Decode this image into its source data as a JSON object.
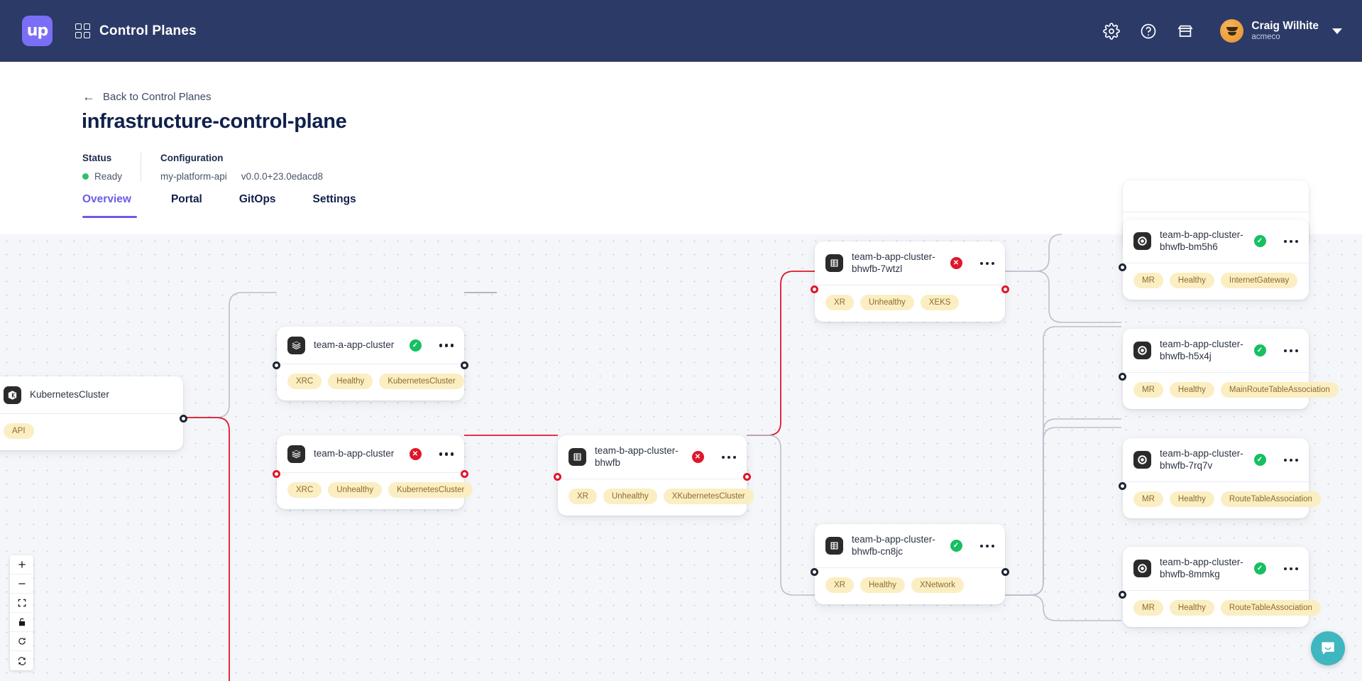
{
  "topnav": {
    "logo_text": "up",
    "app_title": "Control Planes",
    "icons": [
      "gear-icon",
      "help-icon",
      "marketplace-icon"
    ],
    "user": {
      "name": "Craig Wilhite",
      "org": "acmeco"
    }
  },
  "header": {
    "back_label": "Back to Control Planes",
    "title": "infrastructure-control-plane",
    "status_label": "Status",
    "status_value": "Ready",
    "config_label": "Configuration",
    "config_name": "my-platform-api",
    "config_version": "v0.0.0+23.0edacd8",
    "tabs": [
      {
        "label": "Overview",
        "active": true
      },
      {
        "label": "Portal",
        "active": false
      },
      {
        "label": "GitOps",
        "active": false
      },
      {
        "label": "Settings",
        "active": false
      }
    ]
  },
  "graph": {
    "nodes": [
      {
        "name": "KubernetesCluster",
        "icon": "kubernetes-icon",
        "status": "none",
        "tags": [
          "API"
        ]
      },
      {
        "name": "team-a-app-cluster",
        "icon": "layers-icon",
        "status": "ok",
        "tags": [
          "XRC",
          "Healthy",
          "KubernetesCluster"
        ]
      },
      {
        "name": "team-b-app-cluster",
        "icon": "layers-icon",
        "status": "err",
        "tags": [
          "XRC",
          "Unhealthy",
          "KubernetesCluster"
        ]
      },
      {
        "name": "team-b-app-cluster-bhwfb",
        "icon": "composite-icon",
        "status": "err",
        "tags": [
          "XR",
          "Unhealthy",
          "XKubernetesCluster"
        ]
      },
      {
        "name": "team-b-app-cluster-bhwfb-7wtzl",
        "icon": "composite-icon",
        "status": "err",
        "tags": [
          "XR",
          "Unhealthy",
          "XEKS"
        ]
      },
      {
        "name": "team-b-app-cluster-bhwfb-cn8jc",
        "icon": "composite-icon",
        "status": "ok",
        "tags": [
          "XR",
          "Healthy",
          "XNetwork"
        ]
      },
      {
        "name": "team-b-app-cluster-bhwfb-bm5h6",
        "icon": "managed-resource-icon",
        "status": "ok",
        "tags": [
          "MR",
          "Healthy",
          "InternetGateway"
        ]
      },
      {
        "name": "team-b-app-cluster-bhwfb-h5x4j",
        "icon": "managed-resource-icon",
        "status": "ok",
        "tags": [
          "MR",
          "Healthy",
          "MainRouteTableAssociation"
        ]
      },
      {
        "name": "team-b-app-cluster-bhwfb-7rq7v",
        "icon": "managed-resource-icon",
        "status": "ok",
        "tags": [
          "MR",
          "Healthy",
          "RouteTableAssociation"
        ]
      },
      {
        "name": "team-b-app-cluster-bhwfb-8mmkg",
        "icon": "managed-resource-icon",
        "status": "ok",
        "tags": [
          "MR",
          "Healthy",
          "RouteTableAssociation"
        ]
      }
    ],
    "controls": [
      "zoom-in",
      "zoom-out",
      "fit-view",
      "lock",
      "reset",
      "sync"
    ]
  },
  "colors": {
    "nav_bg": "#2b3a67",
    "accent": "#6b5ce7",
    "healthy": "#17bf63",
    "unhealthy": "#e0162b",
    "tag_bg": "#fbeec2",
    "tag_fg": "#8a6d2f",
    "chat": "#3fb6c0"
  }
}
